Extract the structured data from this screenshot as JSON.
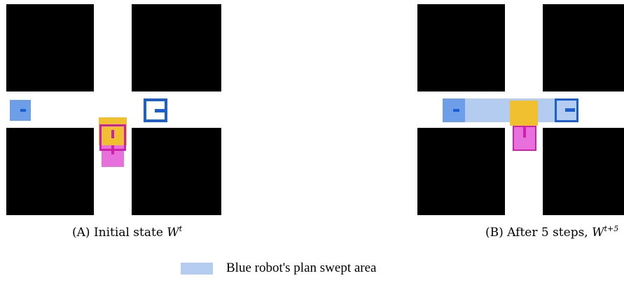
{
  "panels": [
    {
      "id": "A",
      "caption_tag": "(A)",
      "caption_text": "Initial state",
      "caption_var": "W",
      "caption_sup": "t"
    },
    {
      "id": "B",
      "caption_tag": "(B)",
      "caption_text": "After 5 steps,",
      "caption_var": "W",
      "caption_sup": "t+5"
    }
  ],
  "legend": {
    "label": "Blue robot's plan swept area",
    "color": "#b4ccf0"
  },
  "colors": {
    "obstacle": "#000000",
    "blue_robot_fill": "#6e9ee8",
    "blue_robot_goal_border": "#1a5fd4",
    "yellow_robot": "#f0c030",
    "magenta_robot_fill": "#e870dd",
    "magenta_robot_border": "#cc22aa",
    "swept_area": "#b4ccf0"
  }
}
